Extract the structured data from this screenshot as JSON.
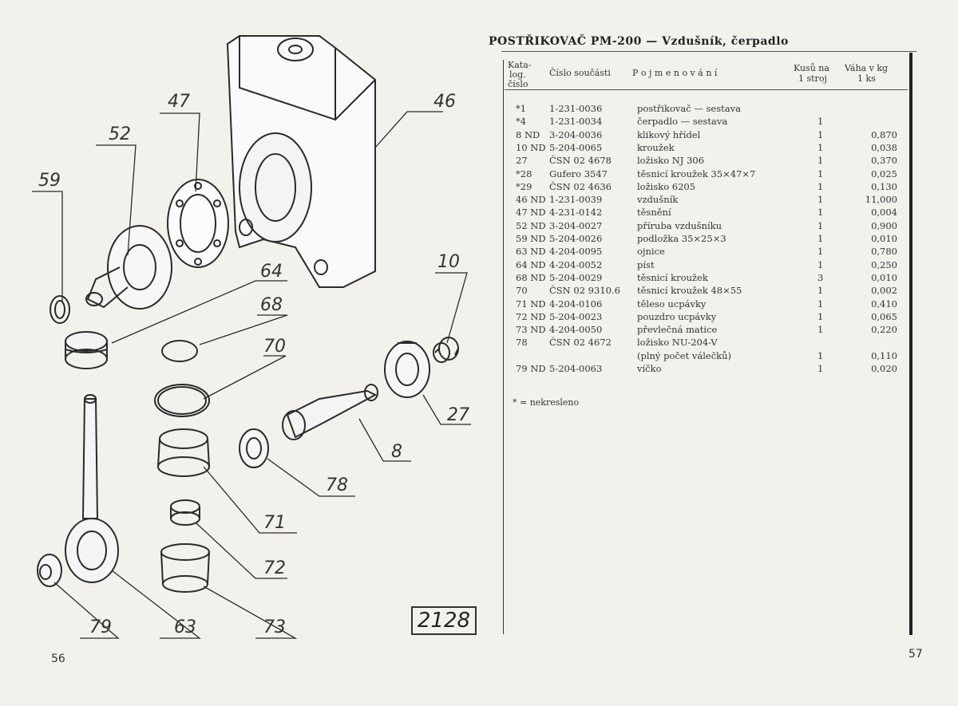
{
  "left_page": {
    "page_number": "56",
    "figure_number": "2128",
    "callouts": [
      {
        "id": "callout-59",
        "label": "59"
      },
      {
        "id": "callout-52",
        "label": "52"
      },
      {
        "id": "callout-47",
        "label": "47"
      },
      {
        "id": "callout-46",
        "label": "46"
      },
      {
        "id": "callout-64",
        "label": "64"
      },
      {
        "id": "callout-68",
        "label": "68"
      },
      {
        "id": "callout-70",
        "label": "70"
      },
      {
        "id": "callout-10",
        "label": "10"
      },
      {
        "id": "callout-27",
        "label": "27"
      },
      {
        "id": "callout-8",
        "label": "8"
      },
      {
        "id": "callout-78",
        "label": "78"
      },
      {
        "id": "callout-71",
        "label": "71"
      },
      {
        "id": "callout-72",
        "label": "72"
      },
      {
        "id": "callout-79",
        "label": "79"
      },
      {
        "id": "callout-63",
        "label": "63"
      },
      {
        "id": "callout-73",
        "label": "73"
      }
    ]
  },
  "right_page": {
    "page_number": "57",
    "title": "POSTŘIKOVAČ PM-200 — Vzdušník, čerpadlo",
    "headers": {
      "catalog_line1": "Kata-",
      "catalog_line2": "log.",
      "catalog_line3": "číslo",
      "part_number": "Číslo součásti",
      "name": "P o j m e n o v á n í",
      "qty_line1": "Kusů na",
      "qty_line2": "1 stroj",
      "weight_line1": "Váha v kg",
      "weight_line2": "1 ks"
    },
    "rows": [
      {
        "cat": "*1",
        "num": "1-231-0036",
        "name": "postřikovač — sestava",
        "qty": "",
        "weight": ""
      },
      {
        "cat": "*4",
        "num": "1-231-0034",
        "name": "čerpadlo — sestava",
        "qty": "1",
        "weight": ""
      },
      {
        "cat": "8 ND",
        "num": "3-204-0036",
        "name": "klikový hřídel",
        "qty": "1",
        "weight": "0,870"
      },
      {
        "cat": "10 ND",
        "num": "5-204-0065",
        "name": "kroužek",
        "qty": "1",
        "weight": "0,038"
      },
      {
        "cat": "27",
        "num": "ČSN 02 4678",
        "name": "ložisko NJ 306",
        "qty": "1",
        "weight": "0,370"
      },
      {
        "cat": "*28",
        "num": "Gufero 3547",
        "name": "těsnicí kroužek 35×47×7",
        "qty": "1",
        "weight": "0,025"
      },
      {
        "cat": "*29",
        "num": "ČSN 02 4636",
        "name": "ložisko 6205",
        "qty": "1",
        "weight": "0,130"
      },
      {
        "cat": "46 ND",
        "num": "1-231-0039",
        "name": "vzdušník",
        "qty": "1",
        "weight": "11,000"
      },
      {
        "cat": "47 ND",
        "num": "4-231-0142",
        "name": "těsnění",
        "qty": "1",
        "weight": "0,004"
      },
      {
        "cat": "52 ND",
        "num": "3-204-0027",
        "name": "příruba vzdušníku",
        "qty": "1",
        "weight": "0,900"
      },
      {
        "cat": "59 ND",
        "num": "5-204-0026",
        "name": "podložka 35×25×3",
        "qty": "1",
        "weight": "0,010"
      },
      {
        "cat": "63 ND",
        "num": "4-204-0095",
        "name": "ojnice",
        "qty": "1",
        "weight": "0,780"
      },
      {
        "cat": "64 ND",
        "num": "4-204-0052",
        "name": "píst",
        "qty": "1",
        "weight": "0,250"
      },
      {
        "cat": "68 ND",
        "num": "5-204-0029",
        "name": "těsnicí kroužek",
        "qty": "3",
        "weight": "0,010"
      },
      {
        "cat": "70",
        "num": "ČSN 02 9310.6",
        "name": "těsnicí kroužek 48×55",
        "qty": "1",
        "weight": "0,002"
      },
      {
        "cat": "71 ND",
        "num": "4-204-0106",
        "name": "těleso ucpávky",
        "qty": "1",
        "weight": "0,410"
      },
      {
        "cat": "72 ND",
        "num": "5-204-0023",
        "name": "pouzdro ucpávky",
        "qty": "1",
        "weight": "0,065"
      },
      {
        "cat": "73 ND",
        "num": "4-204-0050",
        "name": "převlečná matice",
        "qty": "1",
        "weight": "0,220"
      },
      {
        "cat": "78",
        "num": "ČSN 02 4672",
        "name": "ložisko NU-204-V",
        "qty": "",
        "weight": ""
      },
      {
        "cat": "",
        "num": "",
        "name": "(plný počet válečků)",
        "qty": "1",
        "weight": "0,110"
      },
      {
        "cat": "79 ND",
        "num": "5-204-0063",
        "name": "víčko",
        "qty": "1",
        "weight": "0,020"
      }
    ],
    "footnote": "* = nekresleno"
  }
}
